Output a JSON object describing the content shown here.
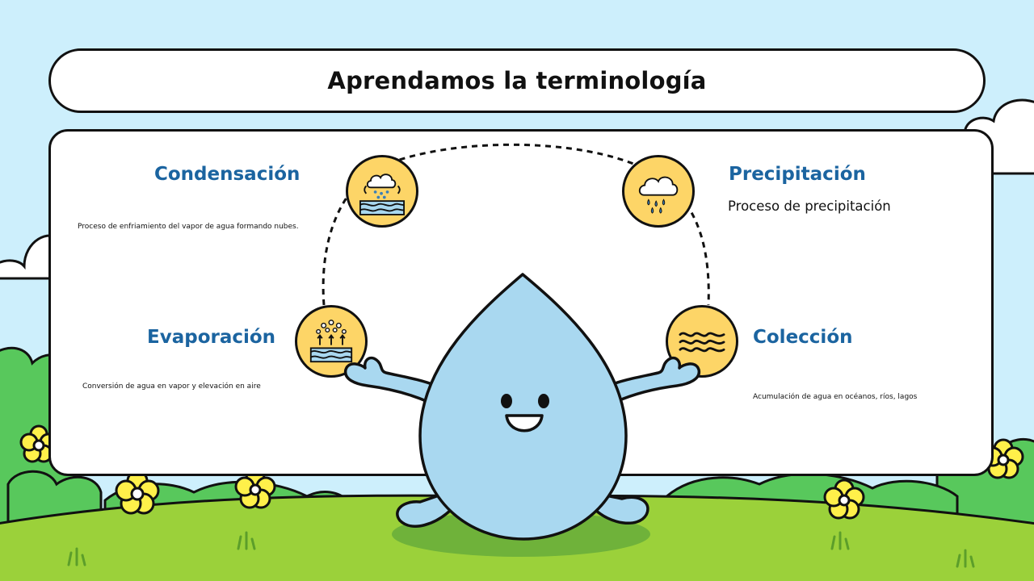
{
  "title": "Aprendamos la terminología",
  "terms": [
    {
      "title": "Condensación",
      "description": "Proceso de enfriamiento del vapor de agua formando nubes.",
      "icon": "cloud-over-water-icon"
    },
    {
      "title": "Precipitación",
      "description": "Proceso de precipitación",
      "icon": "rain-cloud-icon"
    },
    {
      "title": "Evaporación",
      "description": "Conversión de agua en vapor y elevación en aire",
      "icon": "evaporation-icon"
    },
    {
      "title": "Colección",
      "description": "Acumulación de agua en océanos, ríos, lagos",
      "icon": "waves-icon"
    }
  ],
  "colors": {
    "sky": "#cdeffc",
    "accent_title": "#1b64a0",
    "icon_fill": "#fdd567",
    "drop": "#a9d8f0",
    "grass": "#9bd13a",
    "bush": "#58c85c",
    "flower": "#fff04a"
  }
}
